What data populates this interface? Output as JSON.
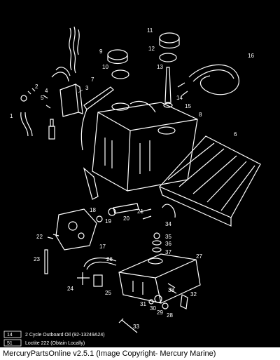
{
  "footer": {
    "text": "MercuryPartsOnline v2.5.1 (Image Copyright- Mercury Marine)"
  },
  "legend": [
    {
      "code": "14",
      "text": "2 Cycle Outboard Oil (92-13249A24)"
    },
    {
      "code": "51",
      "text": "Loctite 222  (Obtain Locally)"
    }
  ],
  "callouts": [
    "1",
    "2",
    "3",
    "4",
    "5",
    "6",
    "7",
    "8",
    "9",
    "10",
    "11",
    "12",
    "13",
    "14",
    "15",
    "16",
    "17",
    "18",
    "19",
    "20",
    "21",
    "22",
    "23",
    "24",
    "25",
    "26",
    "27",
    "28",
    "29",
    "30",
    "31",
    "32",
    "33",
    "34",
    "35",
    "36",
    "37",
    "38"
  ],
  "colors": {
    "background": "#000000",
    "lines": "#ffffff",
    "footer_bg": "#ffffff",
    "footer_text": "#000000"
  }
}
